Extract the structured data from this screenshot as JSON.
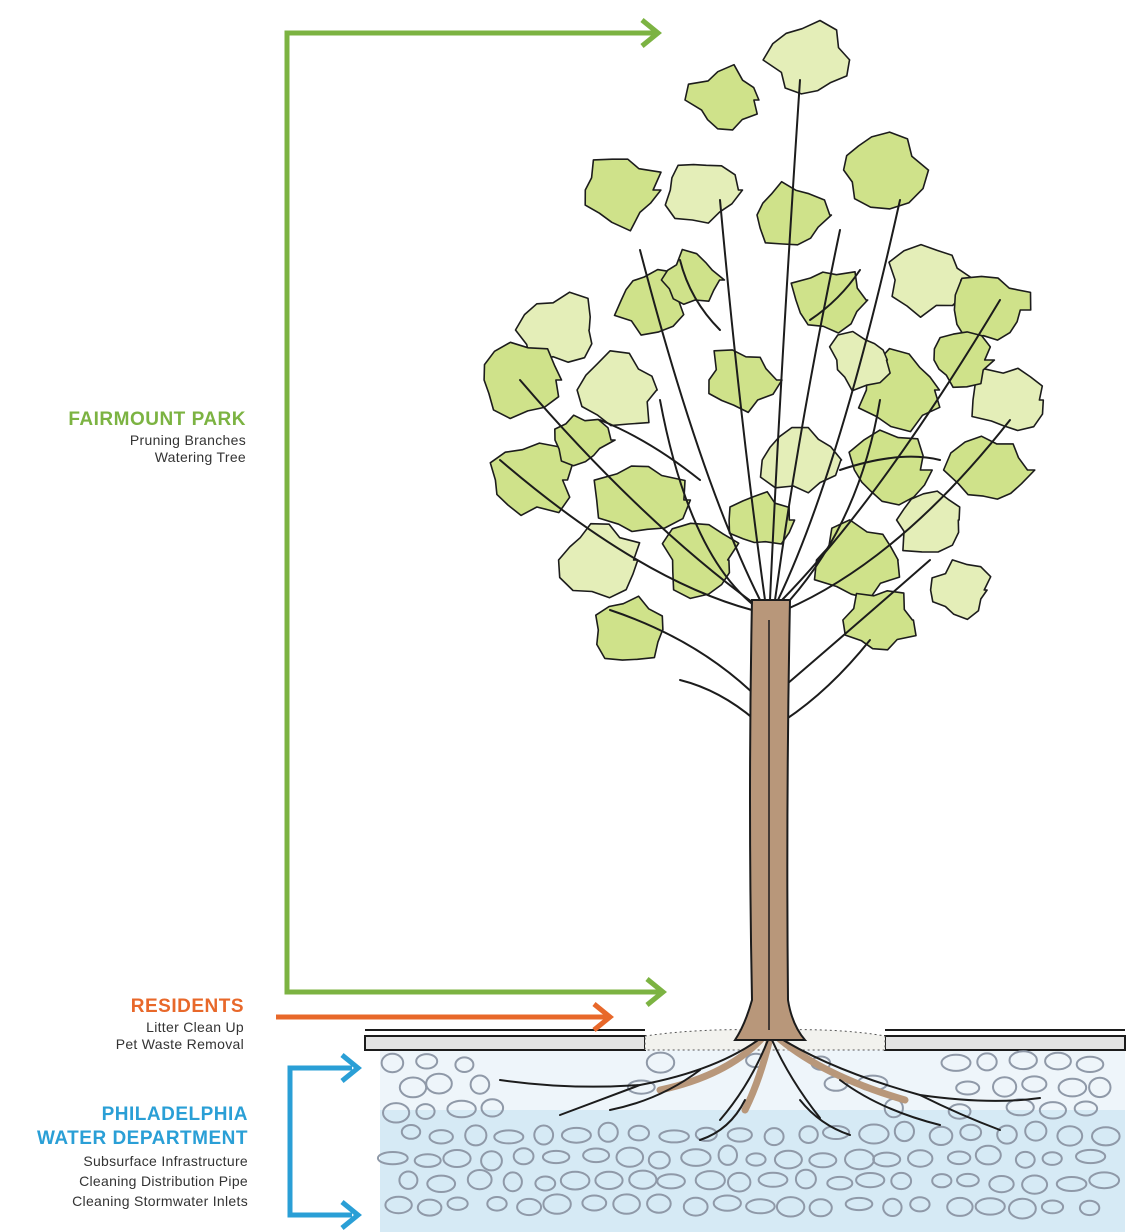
{
  "colors": {
    "park": "#7cb342",
    "residents": "#e8682a",
    "water": "#2a9fd6",
    "foliage": "#cfe28a",
    "foliage_light": "#e4eeb8",
    "trunk": "#b8977a",
    "outline": "#1c1c1c",
    "soil_water": "#d6eaf5",
    "gravel": "#8f99a8"
  },
  "fairmount_park": {
    "title": "FAIRMOUNT PARK",
    "items": [
      "Pruning Branches",
      "Watering Tree"
    ]
  },
  "residents": {
    "title": "RESIDENTS",
    "items": [
      "Litter Clean Up",
      "Pet Waste Removal"
    ]
  },
  "water_department": {
    "title_line1": "PHILADELPHIA",
    "title_line2": "WATER DEPARTMENT",
    "items": [
      "Subsurface Infrastructure",
      "Cleaning Distribution Pipe",
      "Cleaning Stormwater Inlets"
    ]
  },
  "icons": [
    "bracket-arrow-icon",
    "arrow-right-icon",
    "tree-illustration"
  ]
}
